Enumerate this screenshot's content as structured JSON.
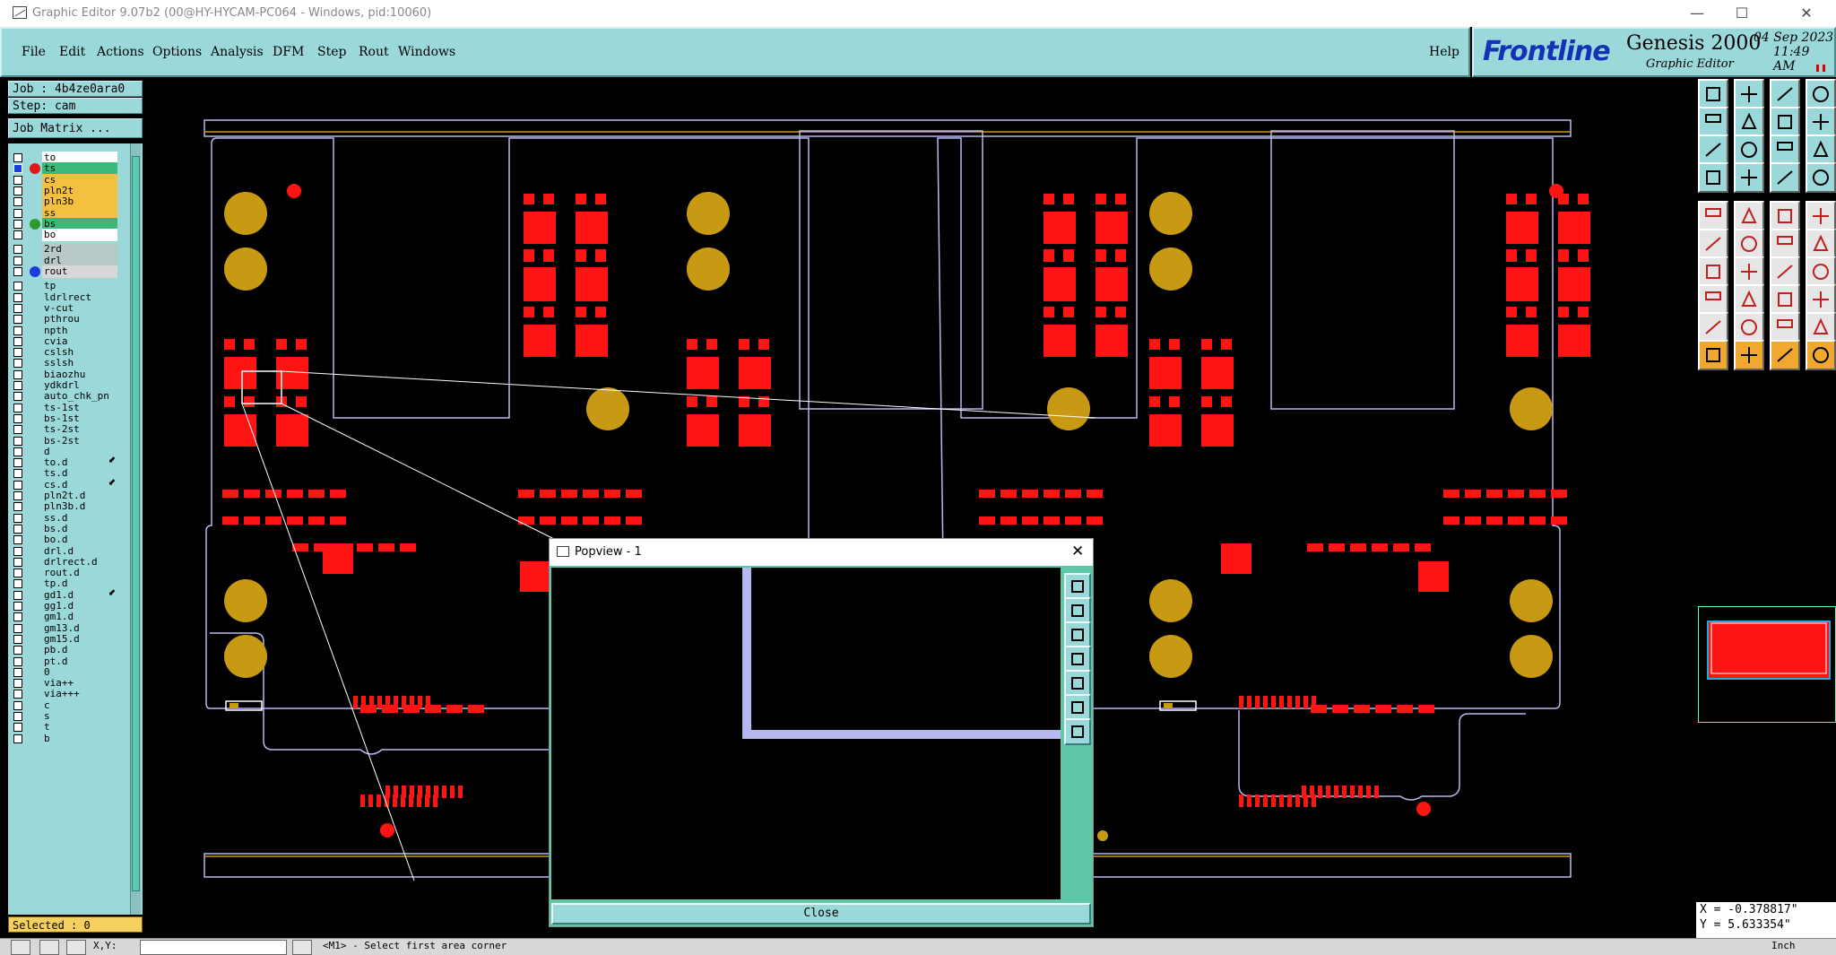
{
  "window": {
    "title": "Graphic Editor 9.07b2 (00@HY-HYCAM-PC064 - Windows, pid:10060)",
    "minimize": "—",
    "maximize": "☐",
    "close": "✕"
  },
  "menu": {
    "items": [
      "File",
      "Edit",
      "Actions",
      "Options",
      "Analysis",
      "DFM",
      "Step",
      "Rout",
      "Windows"
    ],
    "help": "Help"
  },
  "brand": {
    "logo": "Frontline",
    "product": "Genesis 2000",
    "subtitle": "Graphic Editor",
    "date": "04 Sep 2023",
    "time": "11:49 AM"
  },
  "job": {
    "job_label": "Job : 4b4ze0ara0",
    "step_label": "Step: cam",
    "matrix_button": "Job Matrix ..."
  },
  "layers": [
    {
      "name": "to",
      "bg": "#ffffff"
    },
    {
      "name": "ts",
      "bg": "#3cb878",
      "dot": "#e21818",
      "marker": "blue"
    },
    {
      "name": "cs",
      "bg": "#f5c040"
    },
    {
      "name": "pln2t",
      "bg": "#f5c040"
    },
    {
      "name": "pln3b",
      "bg": "#f5c040"
    },
    {
      "name": "ss",
      "bg": "#f5c040"
    },
    {
      "name": "bs",
      "bg": "#3cb878",
      "dot": "#2e9a2e"
    },
    {
      "name": "bo",
      "bg": "#ffffff"
    },
    {
      "name": "2rd",
      "bg": "#b8c8c8",
      "gap": true
    },
    {
      "name": "drl",
      "bg": "#b8c8c8"
    },
    {
      "name": "rout",
      "bg": "#d8d8d8",
      "dot": "#1c3ce0"
    },
    {
      "name": "tp",
      "bg": "#9ad8da",
      "gap": true
    },
    {
      "name": "ldrlrect",
      "bg": "#9ad8da"
    },
    {
      "name": "v-cut",
      "bg": "#9ad8da"
    },
    {
      "name": "pthrou",
      "bg": "#9ad8da"
    },
    {
      "name": "npth",
      "bg": "#9ad8da"
    },
    {
      "name": "cvia",
      "bg": "#9ad8da"
    },
    {
      "name": "cslsh",
      "bg": "#9ad8da"
    },
    {
      "name": "sslsh",
      "bg": "#9ad8da"
    },
    {
      "name": "biaozhu",
      "bg": "#9ad8da"
    },
    {
      "name": "ydkdrl",
      "bg": "#9ad8da"
    },
    {
      "name": "auto_chk_pn",
      "bg": "#9ad8da"
    },
    {
      "name": "ts-1st",
      "bg": "#9ad8da"
    },
    {
      "name": "bs-1st",
      "bg": "#9ad8da"
    },
    {
      "name": "ts-2st",
      "bg": "#9ad8da"
    },
    {
      "name": "bs-2st",
      "bg": "#9ad8da"
    },
    {
      "name": "d",
      "bg": "#9ad8da"
    },
    {
      "name": "to.d",
      "bg": "#9ad8da",
      "mark": "⬋"
    },
    {
      "name": "ts.d",
      "bg": "#9ad8da"
    },
    {
      "name": "cs.d",
      "bg": "#9ad8da",
      "mark": "⬋"
    },
    {
      "name": "pln2t.d",
      "bg": "#9ad8da"
    },
    {
      "name": "pln3b.d",
      "bg": "#9ad8da"
    },
    {
      "name": "ss.d",
      "bg": "#9ad8da"
    },
    {
      "name": "bs.d",
      "bg": "#9ad8da"
    },
    {
      "name": "bo.d",
      "bg": "#9ad8da"
    },
    {
      "name": "drl.d",
      "bg": "#9ad8da"
    },
    {
      "name": "drlrect.d",
      "bg": "#9ad8da"
    },
    {
      "name": "rout.d",
      "bg": "#9ad8da"
    },
    {
      "name": "tp.d",
      "bg": "#9ad8da"
    },
    {
      "name": "gd1.d",
      "bg": "#9ad8da",
      "mark": "⬋"
    },
    {
      "name": "gg1.d",
      "bg": "#9ad8da"
    },
    {
      "name": "gm1.d",
      "bg": "#9ad8da"
    },
    {
      "name": "gm13.d",
      "bg": "#9ad8da"
    },
    {
      "name": "gm15.d",
      "bg": "#9ad8da"
    },
    {
      "name": "pb.d",
      "bg": "#9ad8da"
    },
    {
      "name": "pt.d",
      "bg": "#9ad8da"
    },
    {
      "name": "0",
      "bg": "#9ad8da"
    },
    {
      "name": "via++",
      "bg": "#9ad8da"
    },
    {
      "name": "via+++",
      "bg": "#9ad8da"
    },
    {
      "name": "c",
      "bg": "#9ad8da"
    },
    {
      "name": "s",
      "bg": "#9ad8da"
    },
    {
      "name": "t",
      "bg": "#9ad8da"
    },
    {
      "name": "b",
      "bg": "#9ad8da"
    }
  ],
  "selected_label": "Selected : 0",
  "popview": {
    "title": "Popview - 1",
    "close_button": "Close",
    "close_x": "✕"
  },
  "coords": {
    "x": "X = -0.378817\"",
    "y": "Y =  5.633354\""
  },
  "status": {
    "xy_label": "X,Y:",
    "prompt": "<M1> - Select first area corner",
    "unit": "Inch"
  },
  "colors": {
    "panel": "#9ad8da",
    "copper_pad": "#ff1414",
    "gold_pad": "#c89a14",
    "outline": "#b8b8f0",
    "trace": "#c89a14"
  }
}
